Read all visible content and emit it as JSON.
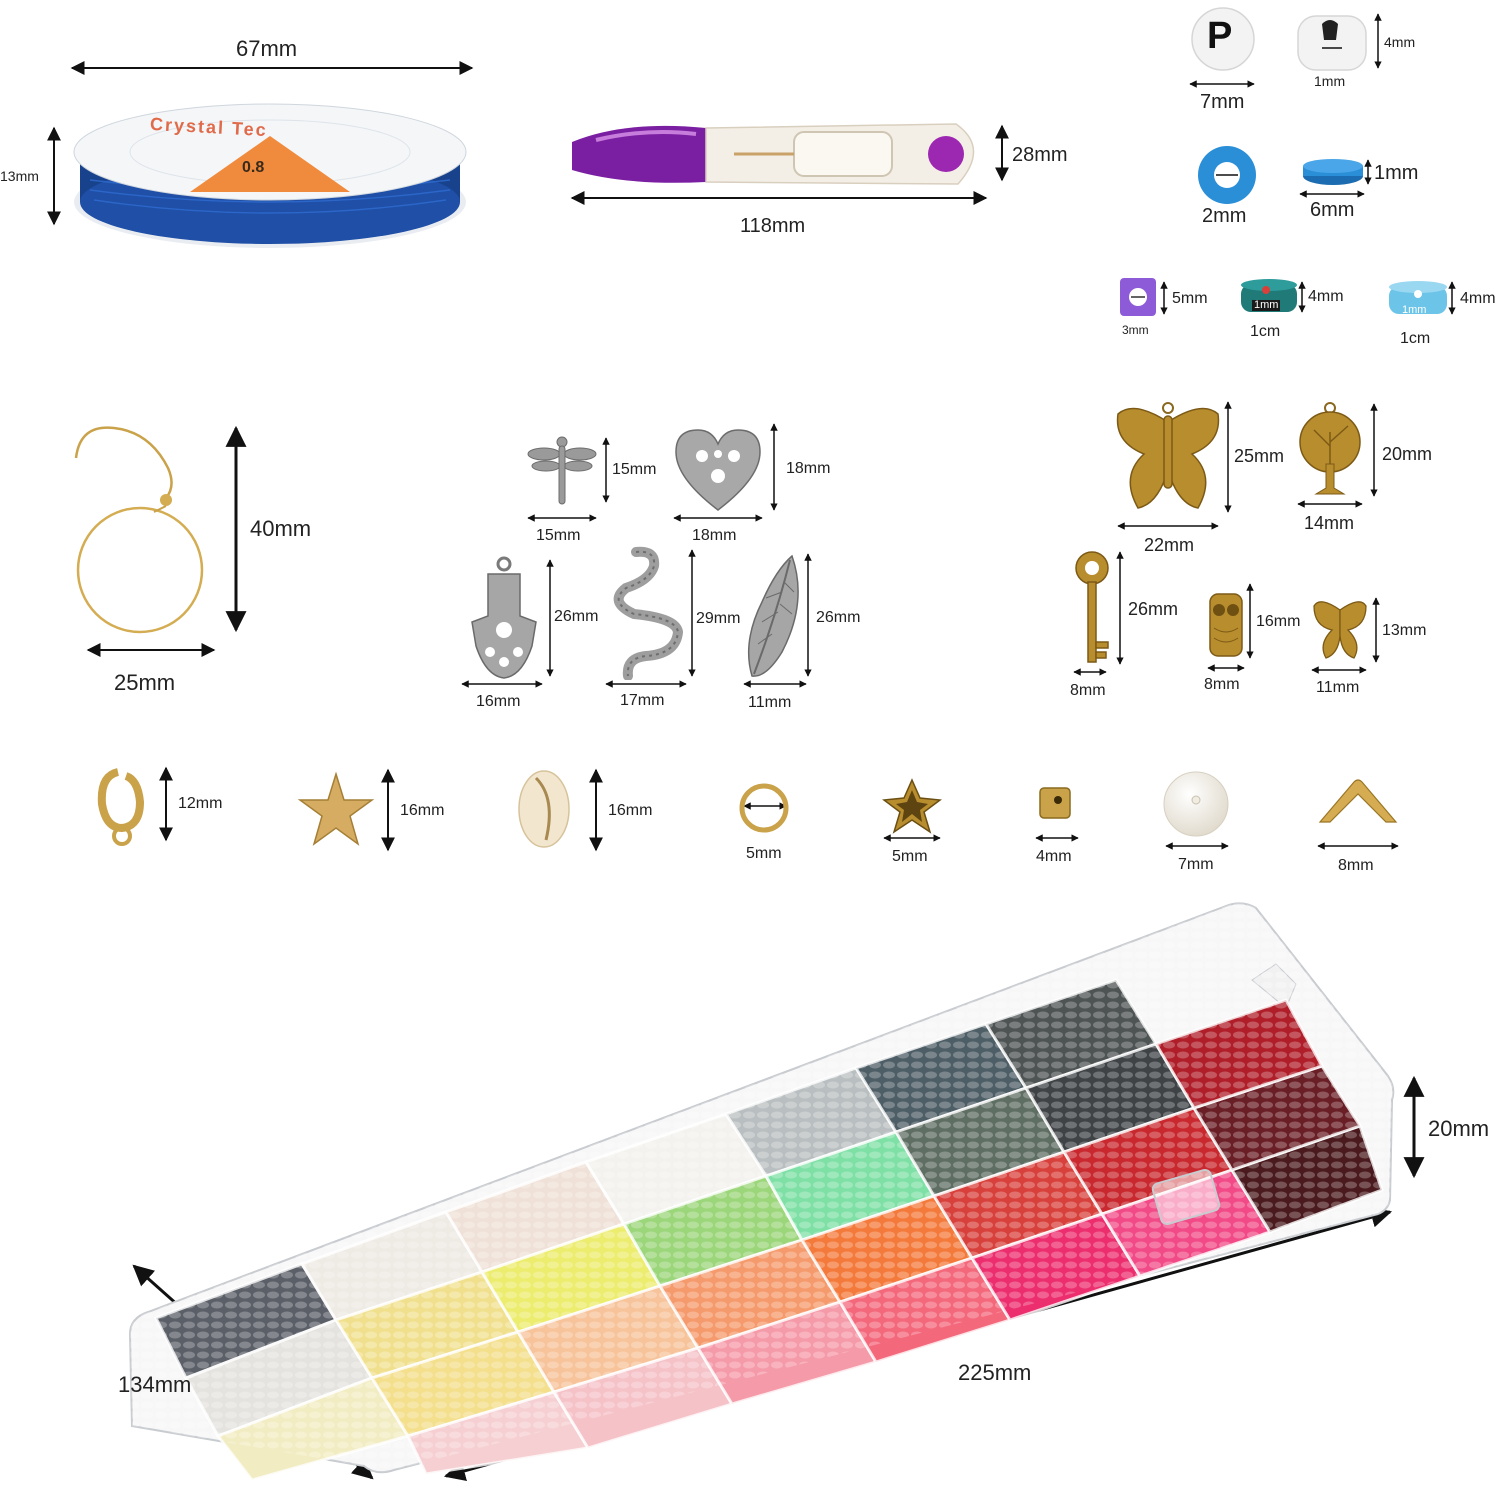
{
  "colors": {
    "accent": "#6a1b9a",
    "spool": "#1f4fa6",
    "tag": "#f08a3c",
    "gold": "#c9a24a",
    "silver": "#8a8a8a",
    "bead_blue": "#2b8fd8"
  },
  "spool": {
    "brand": "Crystal Tec",
    "size": "0.8",
    "width": "67mm",
    "height": "13mm",
    "icon": "elastic-cord-spool"
  },
  "scissors": {
    "width": "118mm",
    "height": "28mm",
    "icon": "thread-snips"
  },
  "letter_bead": {
    "letter": "P",
    "diameter": "7mm",
    "thickness": "4mm",
    "hole": "1mm"
  },
  "heishi_blue": {
    "hole": "2mm",
    "diameter": "6mm",
    "thickness": "1mm"
  },
  "small_beads": [
    {
      "name": "purple-cube",
      "height": "5mm",
      "width": "3mm"
    },
    {
      "name": "teal-heishi",
      "height": "4mm",
      "hole": "1mm",
      "width": "1cm"
    },
    {
      "name": "skyblue-heishi",
      "height": "4mm",
      "hole": "1mm",
      "width": "1cm"
    }
  ],
  "earring_hoop": {
    "height": "40mm",
    "width": "25mm"
  },
  "silver_charms": [
    {
      "name": "dragonfly",
      "height": "15mm",
      "width": "15mm"
    },
    {
      "name": "heart",
      "height": "18mm",
      "width": "18mm"
    },
    {
      "name": "hamsa",
      "height": "26mm",
      "width": "16mm"
    },
    {
      "name": "snake",
      "height": "29mm",
      "width": "17mm"
    },
    {
      "name": "leaf",
      "height": "26mm",
      "width": "11mm"
    }
  ],
  "gold_charms": [
    {
      "name": "butterfly",
      "height": "25mm",
      "width": "22mm"
    },
    {
      "name": "tree",
      "height": "20mm",
      "width": "14mm"
    },
    {
      "name": "key",
      "height": "26mm",
      "width": "8mm"
    },
    {
      "name": "owl",
      "height": "16mm",
      "width": "8mm"
    },
    {
      "name": "small-butterfly",
      "height": "13mm",
      "width": "11mm"
    }
  ],
  "findings": [
    {
      "name": "lobster-clasp",
      "size": "12mm"
    },
    {
      "name": "starfish",
      "size": "16mm"
    },
    {
      "name": "cowrie-shell",
      "size": "16mm"
    },
    {
      "name": "jump-ring",
      "size": "5mm"
    },
    {
      "name": "star-bead",
      "size": "5mm"
    },
    {
      "name": "cube-spacer",
      "size": "4mm"
    },
    {
      "name": "pearl",
      "size": "7mm"
    },
    {
      "name": "bead-tip",
      "size": "8mm"
    }
  ],
  "bead_box": {
    "depth": "134mm",
    "length": "225mm",
    "height": "20mm"
  }
}
